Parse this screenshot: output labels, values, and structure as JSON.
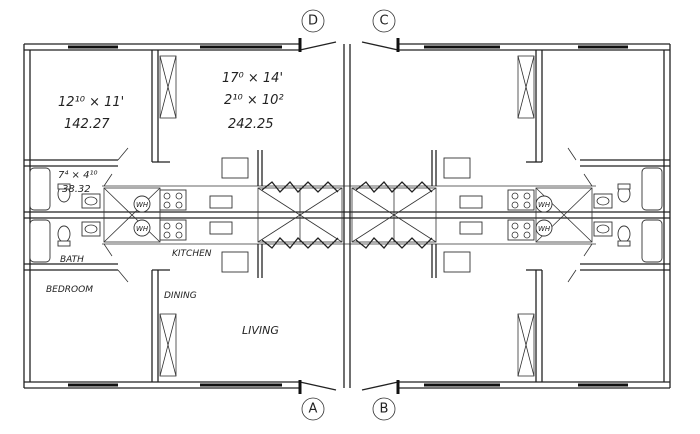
{
  "units": {
    "top_left": {
      "bedroom_size": "12¹⁰ × 11'",
      "bedroom_area": "142.27",
      "living_size": "17⁰ × 14'",
      "living_size_2": "2¹⁰ × 10²",
      "living_area": "242.25",
      "bath_size": "7⁴ × 4¹⁰",
      "bath_area": "38.32"
    },
    "bottom_left": {
      "bath_label": "BATH",
      "kitchen_label": "KITCHEN",
      "bedroom_label": "BEDROOM",
      "dining_label": "DINING",
      "living_label": "LIVING"
    }
  },
  "water_heater_label": "WH",
  "entry_tags": [
    "D",
    "C",
    "A",
    "B"
  ],
  "colors": {
    "ink": "#222222",
    "paper": "#ffffff"
  }
}
